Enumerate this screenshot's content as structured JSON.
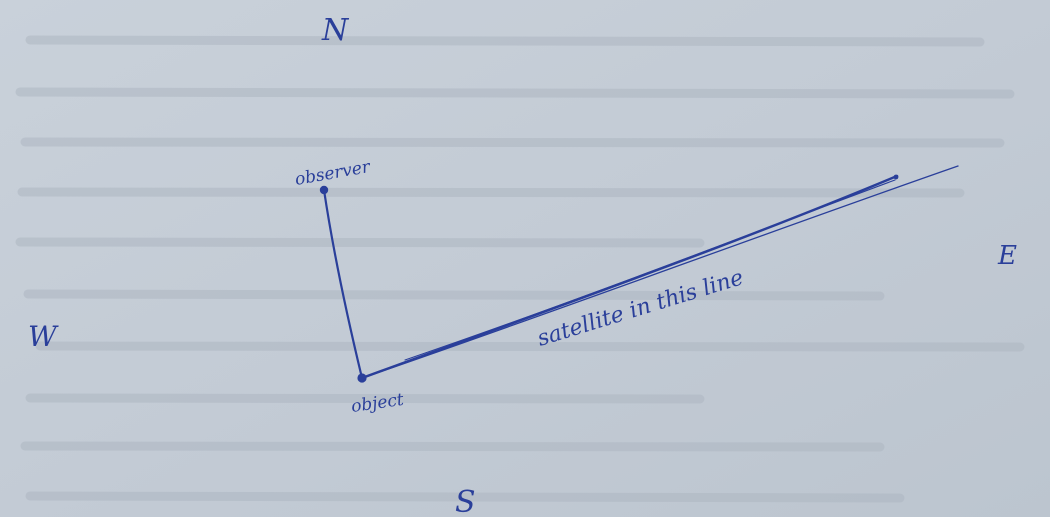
{
  "sketch": {
    "compass_north": "N",
    "compass_south": "S",
    "compass_west": "W",
    "compass_east": "E",
    "label_observer": "observer",
    "label_object": "object",
    "label_satellite_line": "satellite in this line",
    "ink_color": "#2a3f9a",
    "paper_color": "#c7cfd8"
  }
}
